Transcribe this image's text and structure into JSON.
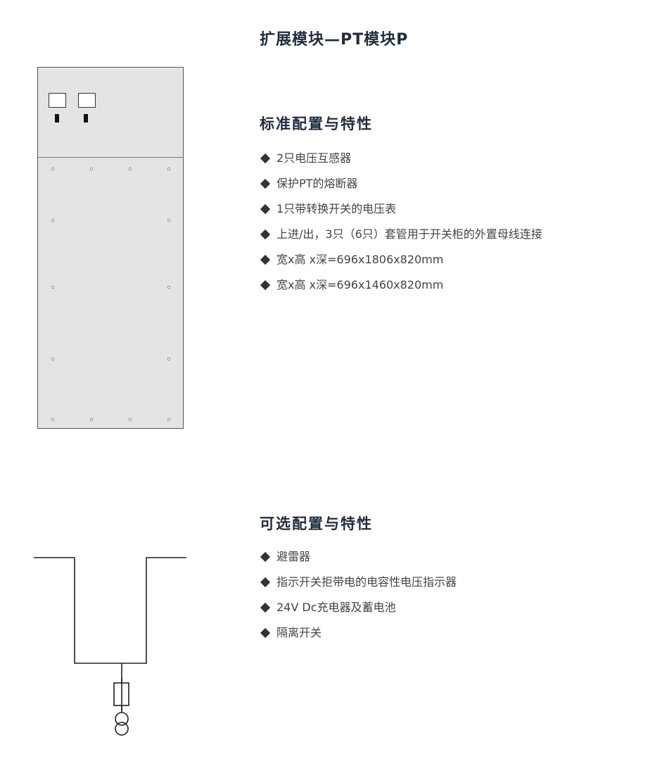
{
  "title": "扩展模块—PT模块P",
  "standard": {
    "heading": "标准配置与特性",
    "items": [
      "2只电压互感器",
      "保护PT的熔断器",
      "1只带转换开关的电压表",
      "上进/出，3只（6只）套管用于开关柜的外置母线连接",
      "宽x高 x深=696x1806x820mm",
      "宽x高 x深=696x1460x820mm"
    ]
  },
  "optional": {
    "heading": "可选配置与特性",
    "items": [
      "避雷器",
      "指示开关拒带电的电容性电压指示器",
      "24V Dc充电器及蓄电池",
      "隔离开关"
    ]
  },
  "icons": {
    "bullet": "diamond-bullet-icon"
  },
  "colors": {
    "heading": "#1f2d3d",
    "text": "#444444",
    "panel_fill": "#e4e4e4",
    "panel_border": "#555555"
  }
}
